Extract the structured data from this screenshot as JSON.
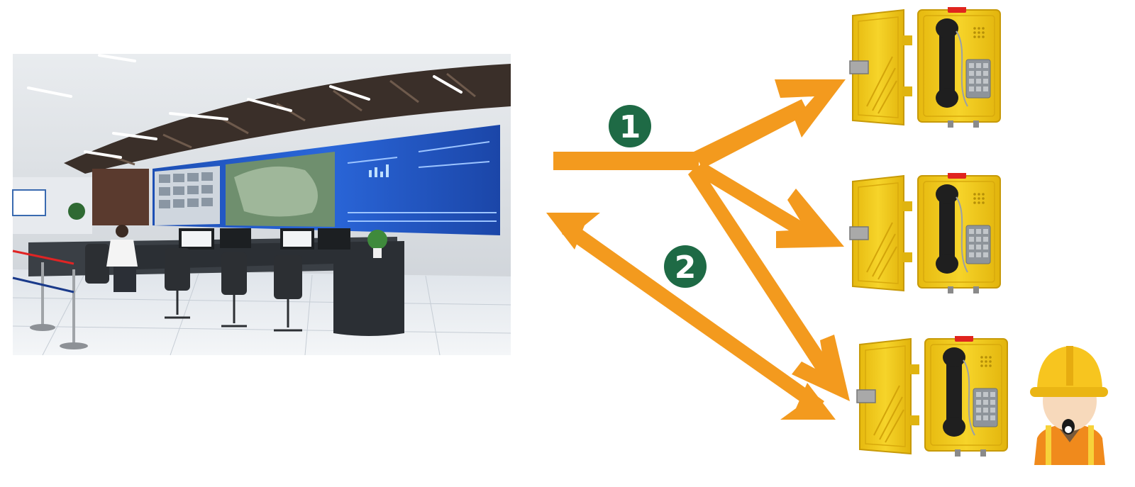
{
  "colors": {
    "arrow": "#f39a1e",
    "badge": "#1e6a45",
    "phone_yellow": "#f2cc1a",
    "phone_dark": "#222222",
    "beacon": "#e0241e",
    "helmet": "#f7c51f",
    "vest": "#f08a1c",
    "screen_blue": "#1e56c8"
  },
  "labels": {
    "step_one": "1",
    "step_two": "2"
  },
  "icons": [
    "control-room-photo",
    "emergency-telephone-icon",
    "worker-icon",
    "arrow-icon"
  ]
}
